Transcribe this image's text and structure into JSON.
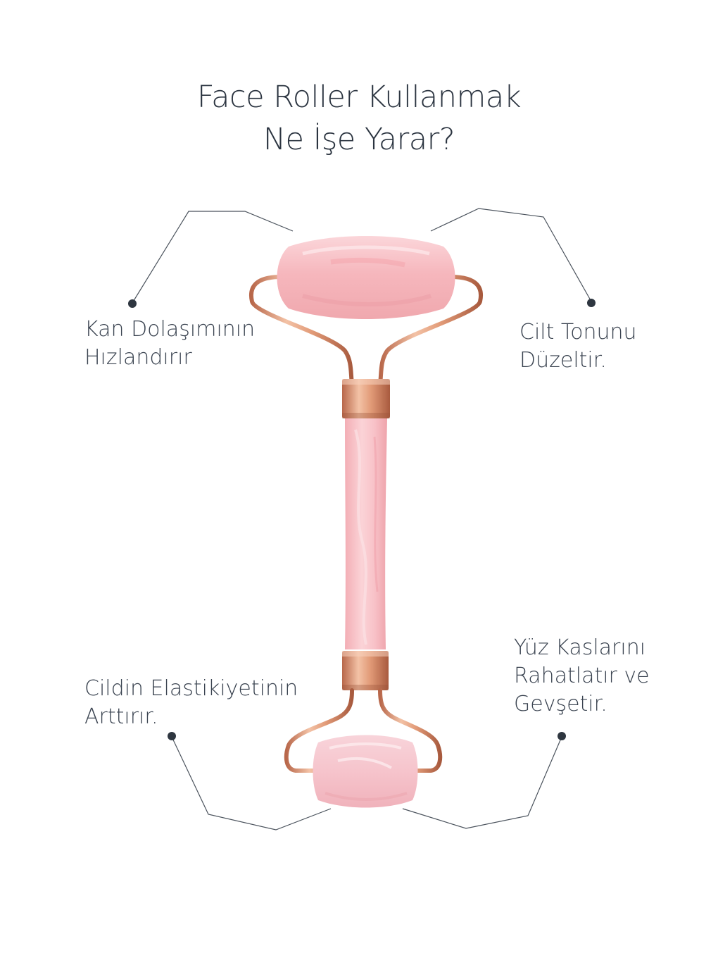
{
  "title": {
    "line1": "Face Roller Kullanmak",
    "line2": "Ne İşe Yarar?"
  },
  "benefits": {
    "top_left": {
      "line1": "Kan Dolaşımının",
      "line2": "Hızlandırır"
    },
    "top_right": {
      "line1": "Cilt Tonunu",
      "line2": "Düzeltir."
    },
    "bottom_left": {
      "line1": "Cildin Elastikiyetinin",
      "line2": "Arttırır."
    },
    "bottom_right": {
      "line1": "Yüz Kaslarını",
      "line2": "Rahatlatır ve",
      "line3": "Gevşetir."
    }
  },
  "colors": {
    "text": "#2b3440",
    "connector": "#4a525c",
    "rose_quartz": "#f5b9c0",
    "rose_gold": "#d98f6e"
  }
}
